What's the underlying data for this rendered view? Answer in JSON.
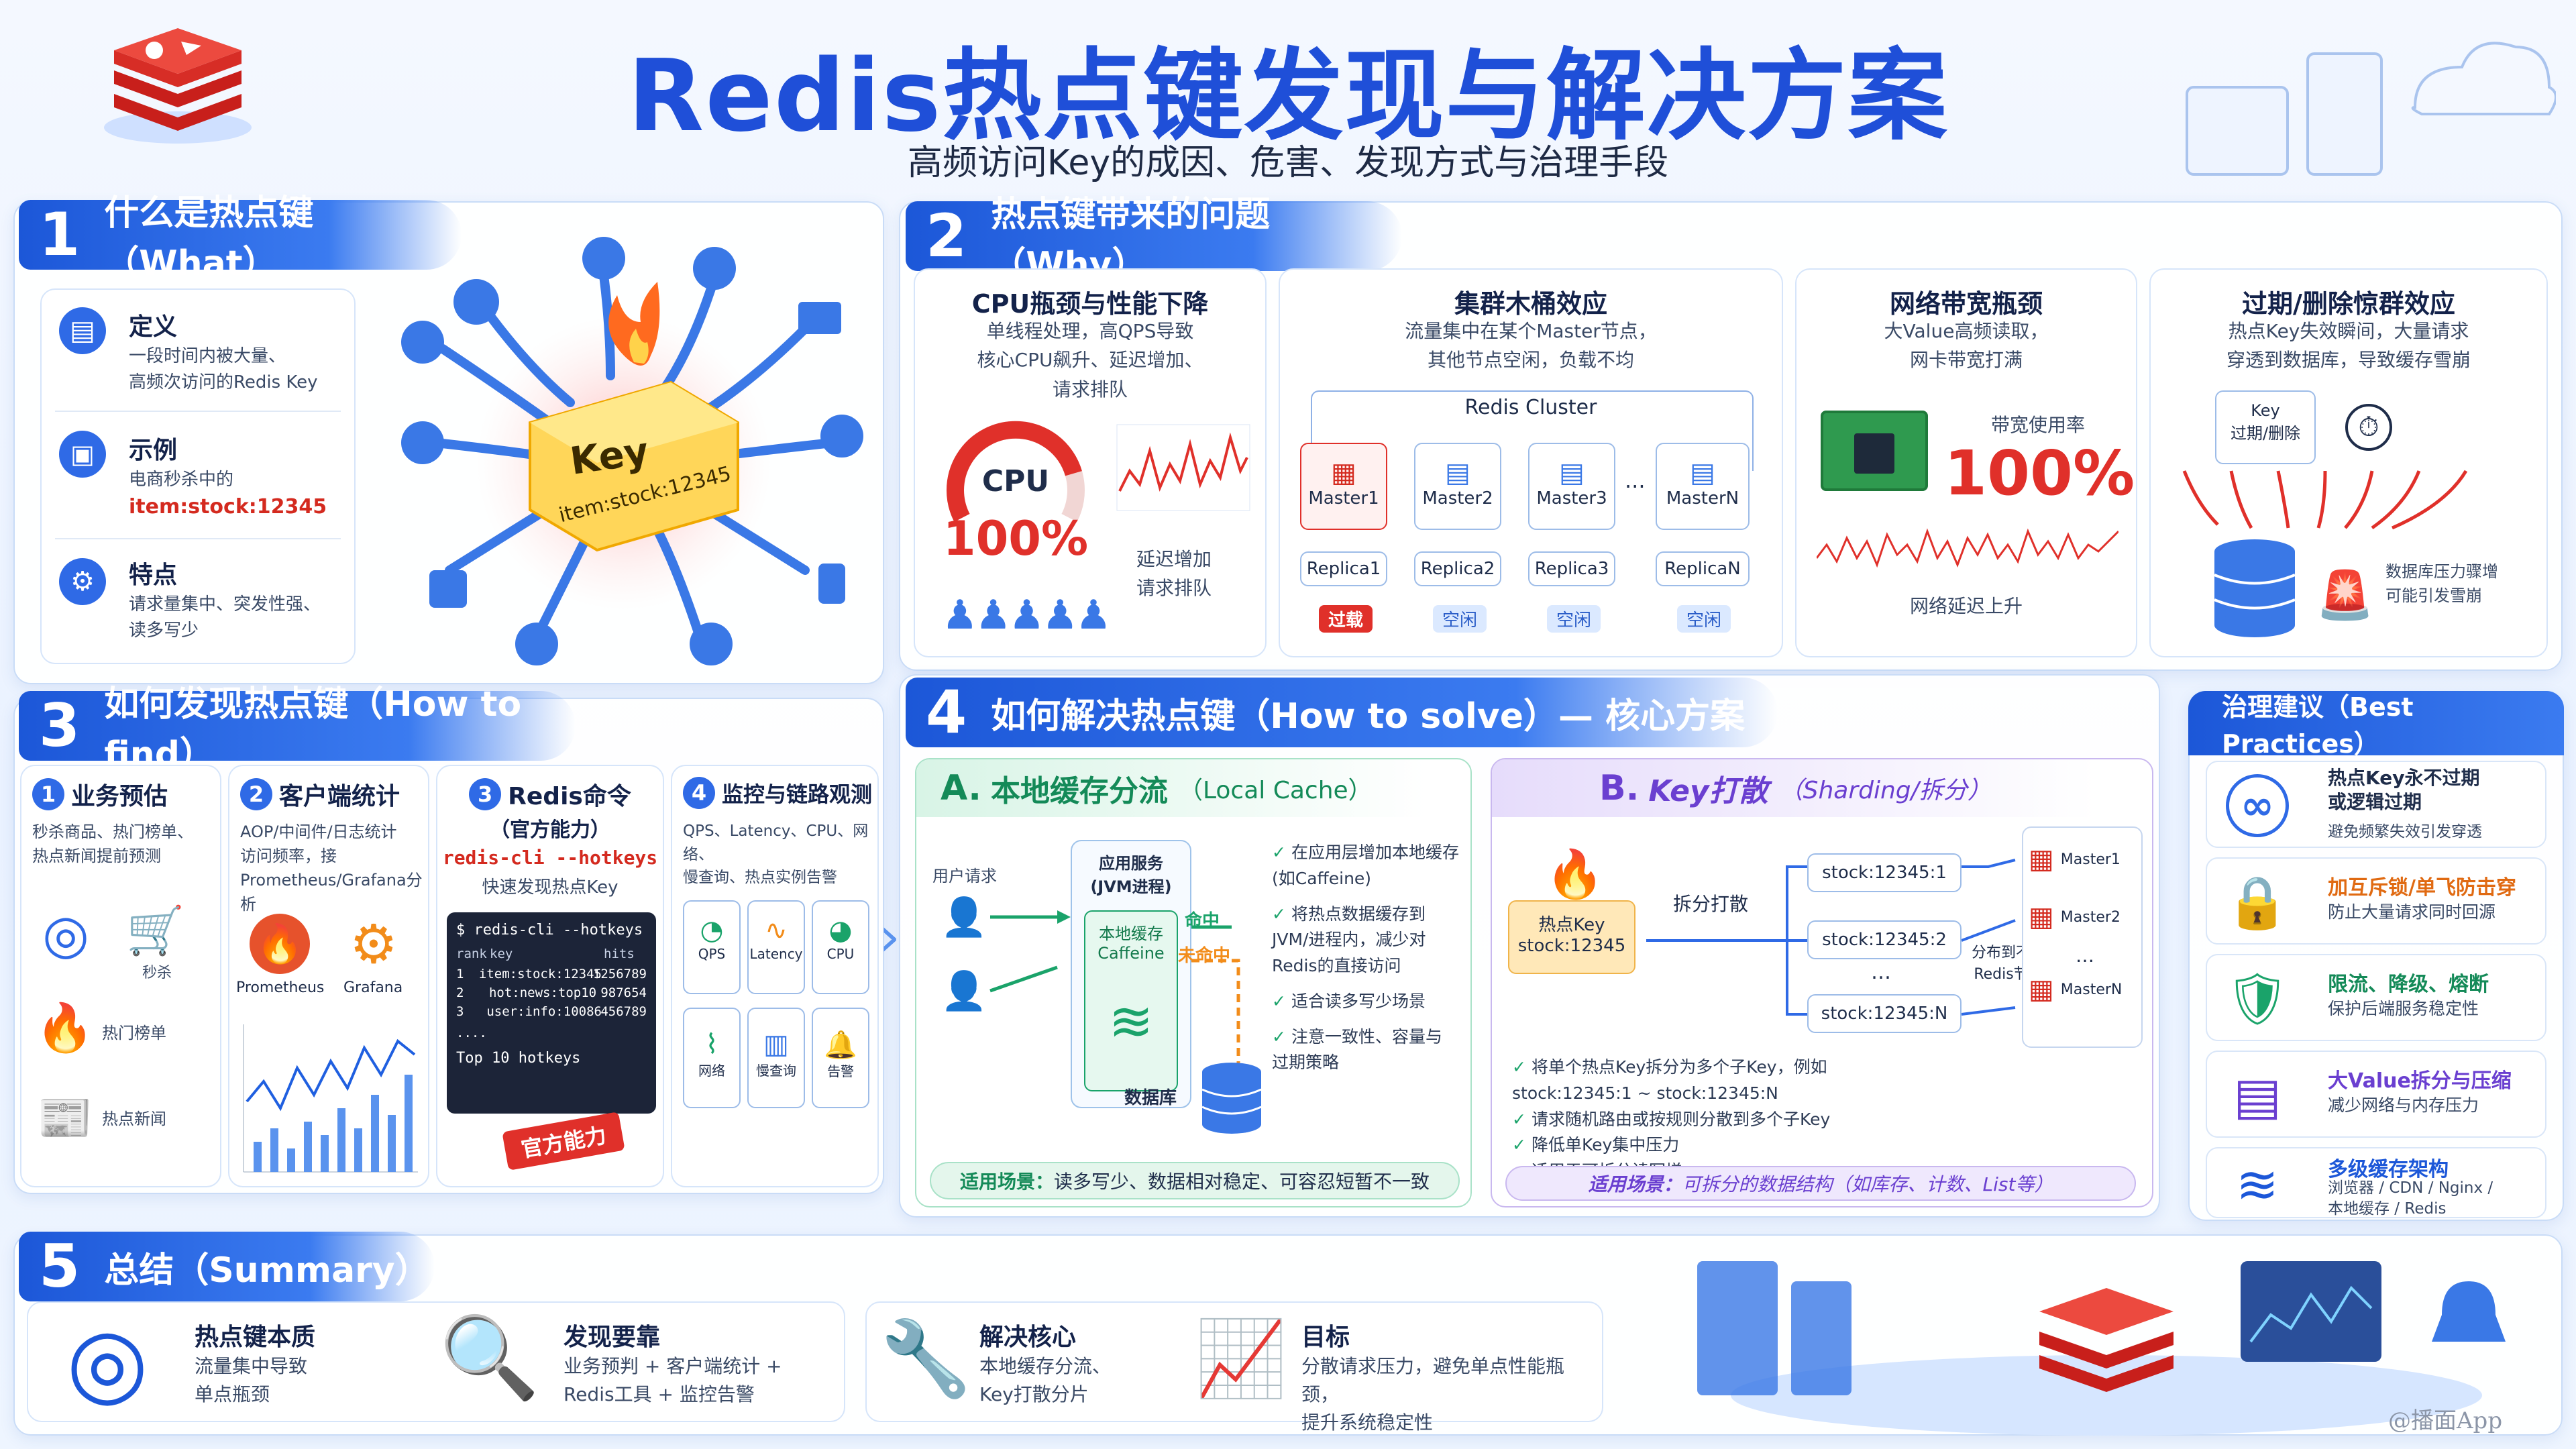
{
  "title": "Redis热点键发现与解决方案",
  "subtitle": "高频访问Key的成因、危害、发现方式与治理手段",
  "watermark": "@播面App",
  "colors": {
    "primary": "#1c57d8",
    "danger": "#e0302a",
    "success": "#1aa36a",
    "purple": "#6a3fd0"
  },
  "s1": {
    "num": "1",
    "title": "什么是热点键（What）",
    "def_title": "定义",
    "def_text": "一段时间内被大量、\n高频次访问的Redis Key",
    "ex_title": "示例",
    "ex_text": "电商秒杀中的",
    "ex_key": "item:stock:12345",
    "feat_title": "特点",
    "feat_text": "请求量集中、突发性强、\n读多写少",
    "key_label": "Key",
    "key_name": "item:stock:12345"
  },
  "s2": {
    "num": "2",
    "title": "热点键带来的问题（Why）",
    "cpu": {
      "title": "CPU瓶颈与性能下降",
      "desc": "单线程处理，高QPS导致\n核心CPU飙升、延迟增加、\n请求排队",
      "gauge_label": "CPU",
      "gauge_value": "100%",
      "note": "延迟增加\n请求排队"
    },
    "cluster": {
      "title": "集群木桶效应",
      "desc": "流量集中在某个Master节点，\n其他节点空闲，负载不均",
      "cluster_label": "Redis Cluster",
      "masters": [
        "Master1",
        "Master2",
        "Master3",
        "MasterN"
      ],
      "replicas": [
        "Replica1",
        "Replica2",
        "Replica3",
        "ReplicaN"
      ],
      "status": [
        "过载",
        "空闲",
        "空闲",
        "空闲"
      ],
      "ellipsis": "..."
    },
    "network": {
      "title": "网络带宽瓶颈",
      "desc": "大Value高频读取，\n网卡带宽打满",
      "bw_label": "带宽使用率",
      "bw_value": "100%",
      "note": "网络延迟上升"
    },
    "expire": {
      "title": "过期/删除惊群效应",
      "desc": "热点Key失效瞬间，大量请求\n穿透到数据库，导致缓存雪崩",
      "key_box": "Key\n过期/删除",
      "note": "数据库压力骤增\n可能引发雪崩"
    }
  },
  "s3": {
    "num": "3",
    "title": "如何发现热点键（How to find）",
    "c1": {
      "n": "1",
      "title": "业务预估",
      "desc": "秒杀商品、热门榜单、\n热点新闻提前预测",
      "items": [
        "秒杀",
        "热门榜单",
        "热点新闻"
      ]
    },
    "c2": {
      "n": "2",
      "title": "客户端统计",
      "desc": "AOP/中间件/日志统计\n访问频率，接\nPrometheus/Grafana分析",
      "items": [
        "Prometheus",
        "Grafana"
      ]
    },
    "c3": {
      "n": "3",
      "title": "Redis命令",
      "title2": "（官方能力）",
      "cmd": "redis-cli --hotkeys",
      "desc": "快速发现热点Key",
      "term_cmd": "$ redis-cli --hotkeys",
      "cols": [
        "rank",
        "key",
        "hits"
      ],
      "rows": [
        [
          "1",
          "item:stock:12345",
          "1256789"
        ],
        [
          "2",
          "hot:news:top10",
          "987654"
        ],
        [
          "3",
          "user:info:10086",
          "456789"
        ]
      ],
      "dots": "....",
      "footer": "Top 10 hotkeys",
      "stamp": "官方能力"
    },
    "c4": {
      "n": "4",
      "title": "监控与链路观测",
      "desc": "QPS、Latency、CPU、网络、\n慢查询、热点实例告警",
      "metrics": [
        "QPS",
        "Latency",
        "CPU",
        "网络",
        "慢查询",
        "告警"
      ]
    }
  },
  "s4": {
    "num": "4",
    "title": "如何解决热点键（How to solve）— 核心方案",
    "a": {
      "letter": "A.",
      "title": "本地缓存分流",
      "title_en": "（Local Cache）",
      "user_req": "用户请求",
      "app": "应用服务\n(JVM进程)",
      "local_cache": "本地缓存\nCaffeine",
      "hit": "命中",
      "miss": "未命中",
      "db": "数据库",
      "points": [
        "在应用层增加本地缓存\n(如Caffeine)",
        "将热点数据缓存到\nJVM/进程内，减少对\nRedis的直接访问",
        "适合读多写少场景",
        "注意一致性、容量与\n过期策略"
      ],
      "scene_label": "适用场景：",
      "scene": "读多写少、数据相对稳定、可容忍短暂不一致"
    },
    "b": {
      "letter": "B.",
      "title": "Key打散",
      "title_en": "（Sharding/拆分）",
      "hot_key": "热点Key\nstock:12345",
      "split": "拆分打散",
      "shards": [
        "stock:12345:1",
        "stock:12345:2",
        "stock:12345:N"
      ],
      "dots": "…",
      "dist": "分布到不同\nRedis节点",
      "nodes": [
        "Master1",
        "Master2",
        "MasterN"
      ],
      "points": [
        "将单个热点Key拆分为多个子Key，例如\nstock:12345:1 ~ stock:12345:N",
        "请求随机路由或按规则分散到多个子Key",
        "降低单Key集中压力",
        "适用于可拆分读写增"
      ],
      "scene_label": "适用场景：",
      "scene": "可拆分的数据结构（如库存、计数、List等）"
    }
  },
  "bp": {
    "title": "治理建议（Best Practices）",
    "items": [
      {
        "t": "热点Key永不过期\n或逻辑过期",
        "d": "避免频繁失效引发穿透"
      },
      {
        "t": "加互斥锁/单飞防击穿",
        "d": "防止大量请求同时回源"
      },
      {
        "t": "限流、降级、熔断",
        "d": "保护后端服务稳定性"
      },
      {
        "t": "大Value拆分与压缩",
        "d": "减少网络与内存压力"
      },
      {
        "t": "多级缓存架构",
        "d": "浏览器 / CDN / Nginx /\n本地缓存 / Redis"
      }
    ]
  },
  "s5": {
    "num": "5",
    "title": "总结（Summary）",
    "items": [
      {
        "t": "热点键本质",
        "d": "流量集中导致\n单点瓶颈"
      },
      {
        "t": "发现要靠",
        "d": "业务预判 + 客户端统计 +\nRedis工具 + 监控告警"
      },
      {
        "t": "解决核心",
        "d": "本地缓存分流、\nKey打散分片"
      },
      {
        "t": "目标",
        "d": "分散请求压力，避免单点性能瓶颈，\n提升系统稳定性"
      }
    ]
  }
}
